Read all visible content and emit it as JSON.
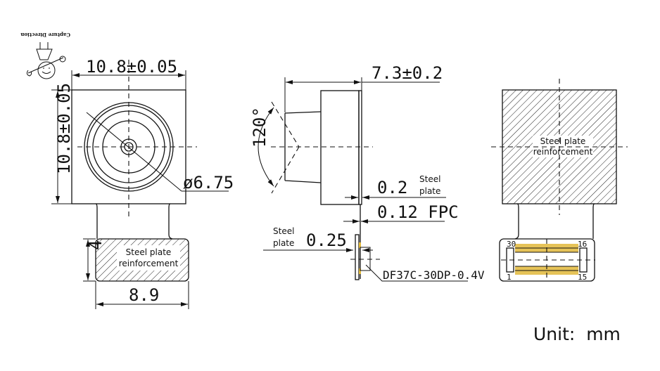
{
  "capture_direction": "Capture Direction",
  "front_view": {
    "width_dim": "10.8±0.05",
    "height_dim": "10.8±0.05",
    "lens_diameter": "ø6.75",
    "plate_height": "4",
    "plate_width": "8.9",
    "plate_label_1": "Steel plate",
    "plate_label_2": "reinforcement"
  },
  "side_view": {
    "depth_dim": "7.3±0.2",
    "fov": "120°",
    "steel_thickness": "0.2",
    "steel_label_1": "Steel",
    "steel_label_2": "plate",
    "fpc_thickness": "0.12 FPC",
    "bottom_steel_label_1": "Steel",
    "bottom_steel_label_2": "plate",
    "bottom_steel_thickness": "0.25",
    "connector": "DF37C-30DP-0.4V"
  },
  "back_view": {
    "plate_label_1": "Steel plate",
    "plate_label_2": "reinforcement",
    "pins": {
      "tl": "30",
      "tr": "16",
      "bl": "1",
      "br": "15"
    },
    "pin_color": "#e2b93b"
  },
  "unit": "Unit:  mm"
}
